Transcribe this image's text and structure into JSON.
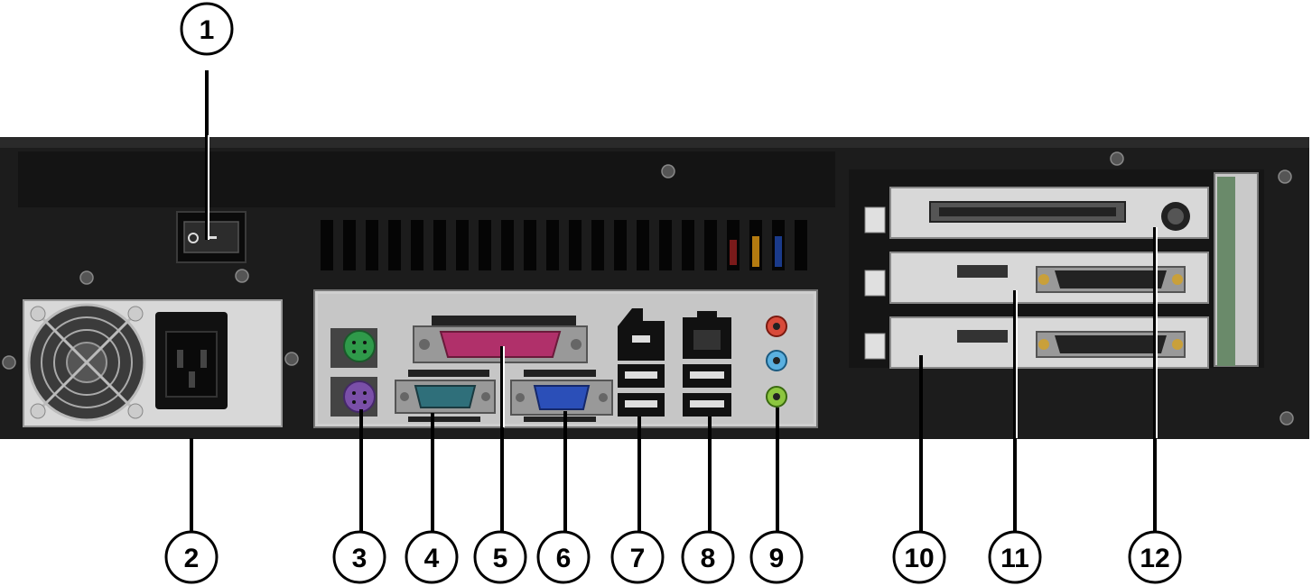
{
  "diagram": {
    "subject": "computer chassis rear panel",
    "callouts": [
      {
        "id": "1",
        "label": "1"
      },
      {
        "id": "2",
        "label": "2"
      },
      {
        "id": "3",
        "label": "3"
      },
      {
        "id": "4",
        "label": "4"
      },
      {
        "id": "5",
        "label": "5"
      },
      {
        "id": "6",
        "label": "6"
      },
      {
        "id": "7",
        "label": "7"
      },
      {
        "id": "8",
        "label": "8"
      },
      {
        "id": "9",
        "label": "9"
      },
      {
        "id": "10",
        "label": "10"
      },
      {
        "id": "11",
        "label": "11"
      },
      {
        "id": "12",
        "label": "12"
      }
    ],
    "colors": {
      "chassis": "#1c1c1c",
      "io_plate": "#cfcfcf",
      "ps2_keyboard": "#7a4fa8",
      "ps2_mouse": "#2f9a4a",
      "parallel_port": "#b0306a",
      "serial_port": "#2f6f7a",
      "vga_port": "#2b4fb8",
      "audio_out": "#d84a3a",
      "audio_line_in": "#5ab0e0",
      "audio_mic": "#8cc63f"
    }
  }
}
